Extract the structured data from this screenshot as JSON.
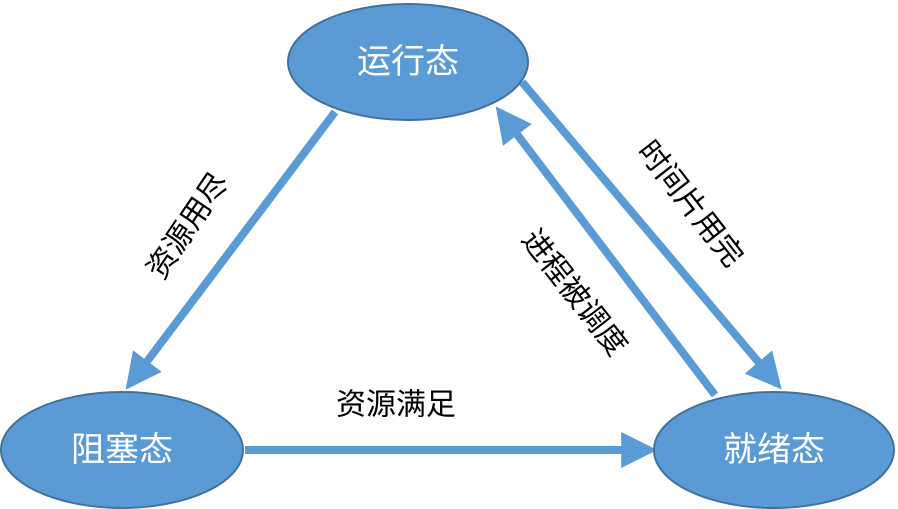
{
  "diagram": {
    "colors": {
      "node_fill": "#5b9bd5",
      "node_stroke": "#41719c",
      "arrow": "#5b9bd5",
      "node_text": "#ffffff",
      "label_text": "#000000"
    },
    "nodes": {
      "running": "运行态",
      "blocked": "阻塞态",
      "ready": "就绪态"
    },
    "edges": {
      "running_to_blocked": "资源用尽",
      "blocked_to_ready": "资源满足",
      "running_to_ready": "时间片用完",
      "ready_to_running": "进程被调度"
    }
  }
}
